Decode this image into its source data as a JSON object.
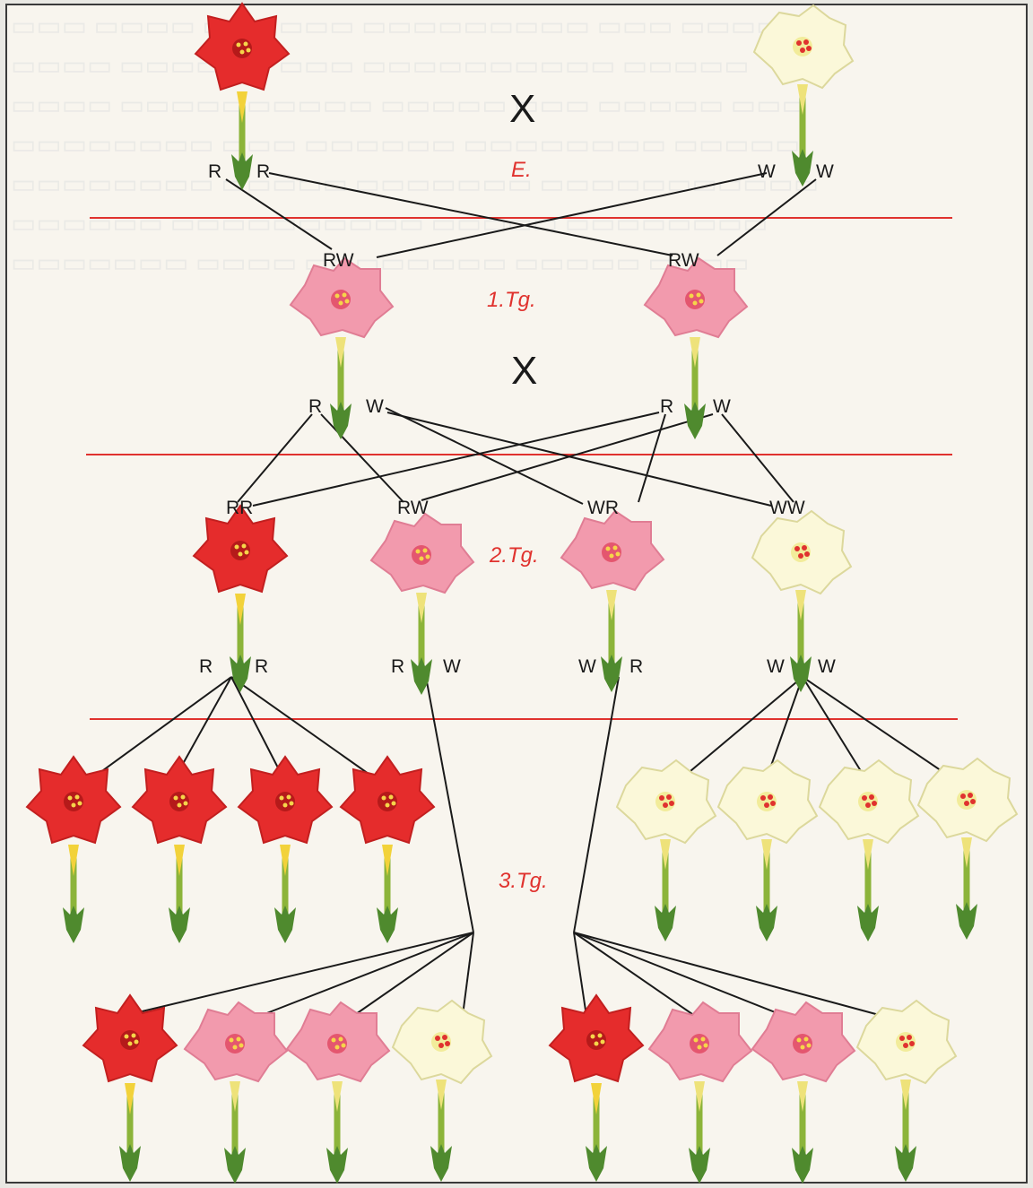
{
  "colors": {
    "red_line": "#e0322e",
    "red_petal": "#e52c2c",
    "red_center": "#b51a1a",
    "pink_petal": "#f29aad",
    "pink_center": "#e4566f",
    "white_petal": "#fbf8d9",
    "white_center": "#f2ec9a",
    "stem": "#8cb43a",
    "calyx": "#4f8a2e"
  },
  "labels": {
    "cross_symbol": "X",
    "gen_e": "E.",
    "gen_1": "1.Tg.",
    "gen_2": "2.Tg.",
    "gen_3": "3.Tg.",
    "p_left_a": "R",
    "p_left_b": "R",
    "p_right_a": "W",
    "p_right_b": "W",
    "f1_left": "RW",
    "f1_right": "RW",
    "f1_gam_left_a": "R",
    "f1_gam_left_b": "W",
    "f1_gam_right_a": "R",
    "f1_gam_right_b": "W",
    "f2_rr": "RR",
    "f2_rw": "RW",
    "f2_wr": "WR",
    "f2_ww": "WW",
    "f2_gam_rr_a": "R",
    "f2_gam_rr_b": "R",
    "f2_gam_rw_a": "R",
    "f2_gam_rw_b": "W",
    "f2_gam_wr_a": "W",
    "f2_gam_wr_b": "R",
    "f2_gam_ww_a": "W",
    "f2_gam_ww_b": "W"
  },
  "flowers": {
    "parents": [
      "red",
      "white"
    ],
    "gen1": [
      "pink",
      "pink"
    ],
    "gen2": [
      "red",
      "pink",
      "pink",
      "white"
    ],
    "gen3_red_offspring": [
      "red",
      "red",
      "red",
      "red"
    ],
    "gen3_white_offspring": [
      "white",
      "white",
      "white",
      "white"
    ],
    "gen3_from_rw": [
      "red",
      "pink",
      "pink",
      "white"
    ],
    "gen3_from_wr": [
      "red",
      "pink",
      "pink",
      "white"
    ]
  }
}
